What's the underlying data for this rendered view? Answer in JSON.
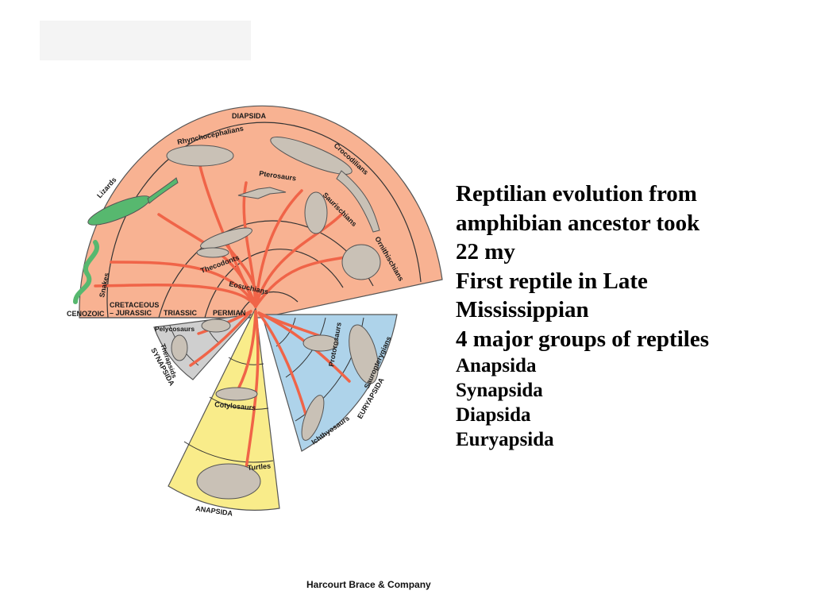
{
  "slide": {
    "text_lines": [
      "Reptilian evolution from",
      "amphibian ancestor took",
      "22 my",
      "First reptile in Late",
      "Mississippian",
      "4 major groups of reptiles"
    ],
    "groups": [
      "Anapsida",
      "Synapsida",
      "Diapsida",
      "Euryapsida"
    ],
    "credit": "Harcourt Brace & Company"
  },
  "diagram": {
    "group_labels": {
      "diapsida": "DIAPSIDA",
      "synapsida": "SYNAPSIDA",
      "anapsida": "ANAPSIDA",
      "euryapsida": "EURYAPSIDA"
    },
    "era_labels": {
      "cenozoic": "CENOZOIC",
      "cretaceous": "CRETACEOUS",
      "jurassic": "– JURASSIC",
      "triassic": "TRIASSIC",
      "permian": "PERMIAN"
    },
    "taxa": {
      "rhynchocephalians": "Rhynchocephalians",
      "lizards": "Lizards",
      "crocodilians": "Crocodilians",
      "pterosaurs": "Pterosaurs",
      "saurischians": "Saurischians",
      "ornithischians": "Ornithischians",
      "thecodonts": "Thecodonts",
      "eosuchians": "Eosuchians",
      "snakes": "Snakes",
      "pelycosaurs": "Pelycosaurs",
      "therapsids": "Therapsids",
      "cotylosaurs": "Cotylosaurs",
      "turtles": "Turtles",
      "protorosaurs": "Protorosaurs",
      "sauropterygians": "Sauropterygians",
      "ichthyosaurs": "Ichthyosaurs"
    },
    "colors": {
      "diapsida": "#f8b292",
      "synapsida": "#cfcfcf",
      "anapsida": "#f9ec8a",
      "euryapsida": "#aed3ea",
      "branch": "#f06448",
      "animal": "#c9c1b6",
      "lizard": "#57b86f"
    }
  }
}
